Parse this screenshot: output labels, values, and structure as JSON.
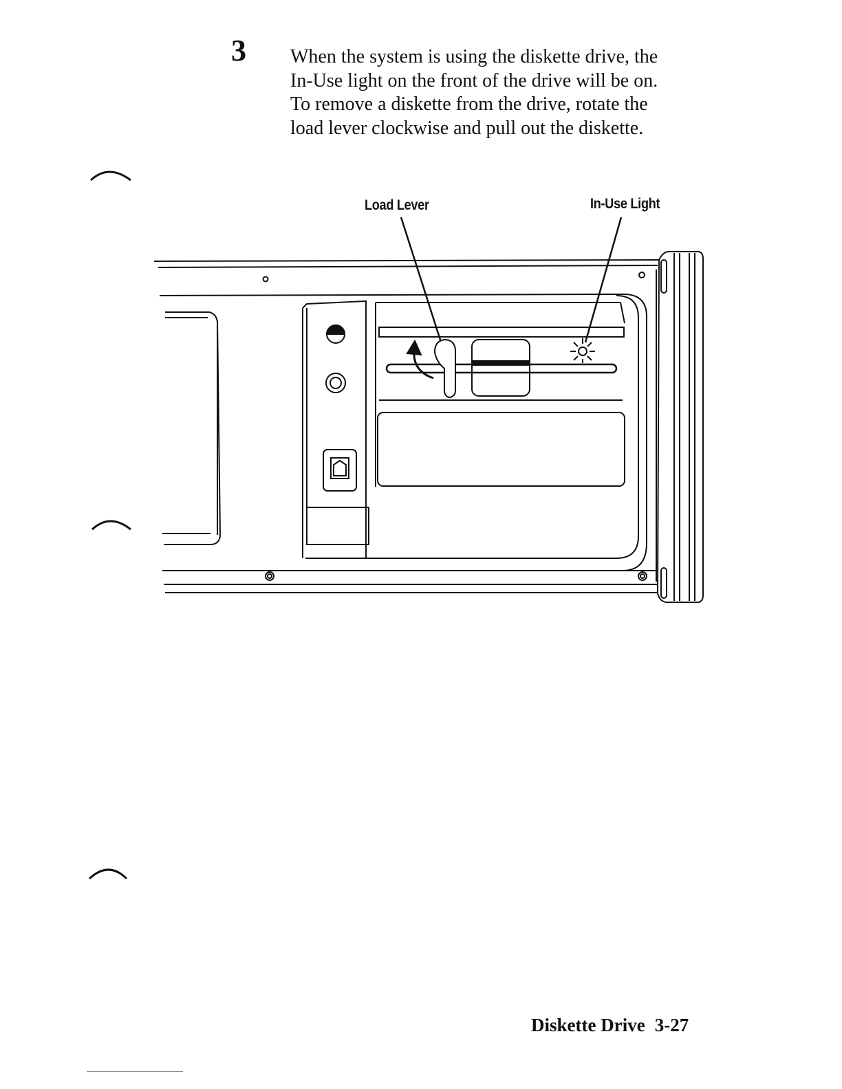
{
  "step": {
    "number": "3",
    "lines": [
      "When the system is using the diskette drive, the",
      "In-Use light on the front of the drive will be on.",
      "To remove a diskette from the drive, rotate the",
      "load lever clockwise and pull out the diskette."
    ]
  },
  "figure": {
    "callouts": {
      "load_lever": "Load Lever",
      "in_use_light": "In-Use Light"
    }
  },
  "footer": {
    "section": "Diskette Drive",
    "page": "3-27"
  }
}
